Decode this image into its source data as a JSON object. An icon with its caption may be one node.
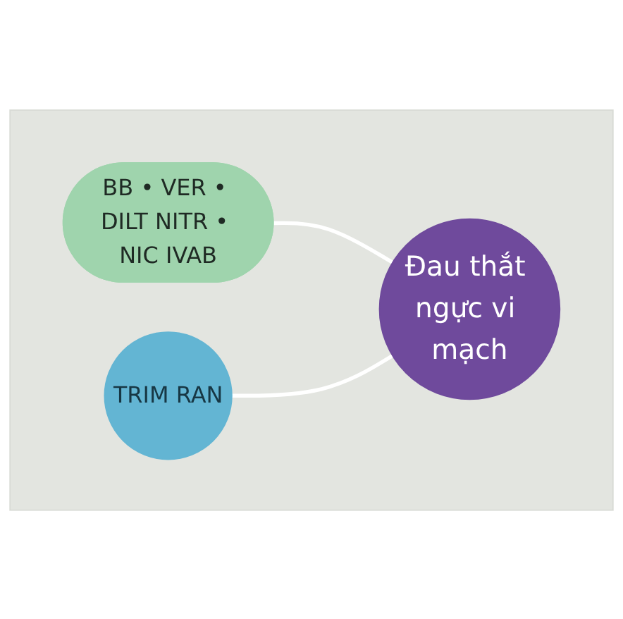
{
  "diagram": {
    "nodes": [
      {
        "text": [],
        "shape": "triangle"
      },
      {
        "text": [
          "BB • VER • DILT NITR • NIC IVAB"
        ],
        "in": 0
      },
      {
        "text": [
          "TRIM RAN"
        ],
        "in": 0
      },
      {
        "text": [
          "Đau thắt ngực vi mạch"
        ],
        "in": 0
      }
    ],
    "edges": [
      {
        "from": 1,
        "to": 3,
        "arrow": "none"
      },
      {
        "from": 2,
        "to": 3,
        "arrow": "none"
      }
    ]
  }
}
